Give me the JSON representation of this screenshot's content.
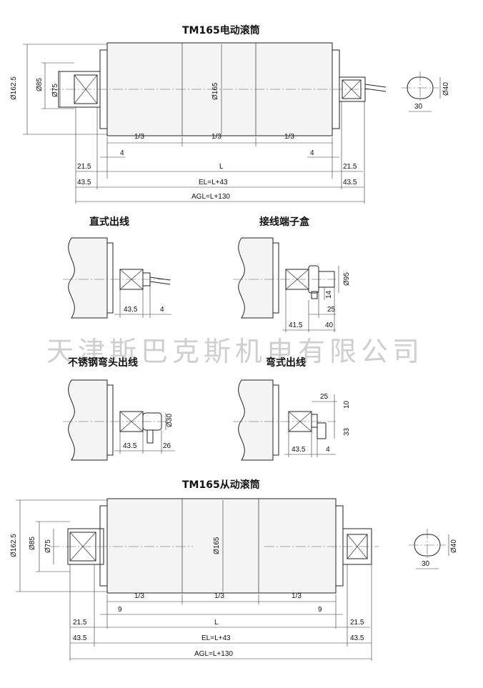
{
  "titles": {
    "powered": "TM165电动滚筒",
    "idler": "TM165从动滚筒"
  },
  "watermark": "天津斯巴克斯机电有限公司",
  "subviews": {
    "straight": "直式出线",
    "terminal_box": "接线端子盒",
    "stainless_bend": "不锈钢弯头出线",
    "bend": "弯式出线"
  },
  "top_drawing": {
    "dia_outer": "Ø162.5",
    "dia_85": "Ø85",
    "dia_75": "Ø75",
    "dia_165": "Ø165",
    "dia_40": "Ø40",
    "third": "1/3",
    "four": "4",
    "L": "L",
    "d215": "21.5",
    "d435": "43.5",
    "EL": "EL=L+43",
    "AGL": "AGL=L+130",
    "d30": "30"
  },
  "straight_view": {
    "d435": "43.5",
    "d4": "4"
  },
  "terminal_view": {
    "d95": "Ø95",
    "d14": "14",
    "d25": "25",
    "d415": "41.5",
    "d40": "40"
  },
  "stainless_view": {
    "d30": "Ø30",
    "d435": "43.5",
    "d26": "26"
  },
  "bend_view": {
    "d25": "25",
    "d10": "10",
    "d33": "33",
    "d435": "43.5",
    "d4": "4"
  },
  "bottom_drawing": {
    "dia_outer": "Ø162.5",
    "dia_85": "Ø85",
    "dia_75": "Ø75",
    "dia_165": "Ø165",
    "dia_40": "Ø40",
    "third": "1/3",
    "nine": "9",
    "L": "L",
    "d215": "21.5",
    "d435": "43.5",
    "EL": "EL=L+43",
    "AGL": "AGL=L+130",
    "d30": "30"
  }
}
